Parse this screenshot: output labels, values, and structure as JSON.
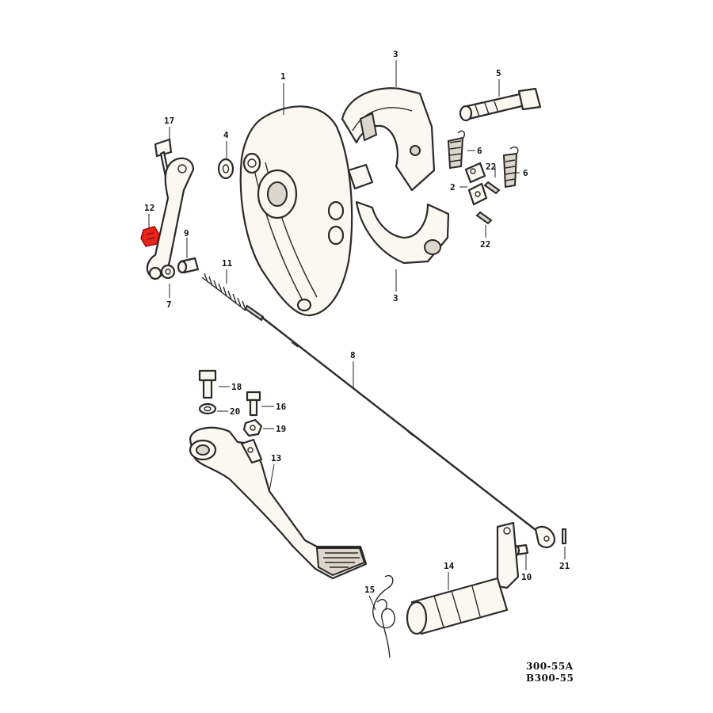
{
  "labels": {
    "l1": "1",
    "l2": "2",
    "l3a": "3",
    "l3b": "3",
    "l4": "4",
    "l5": "5",
    "l6a": "6",
    "l6b": "6",
    "l7": "7",
    "l8": "8",
    "l9": "9",
    "l10": "10",
    "l11": "11",
    "l12": "12",
    "l13": "13",
    "l14": "14",
    "l15": "15",
    "l16": "16",
    "l17": "17",
    "l18": "18",
    "l19": "19",
    "l20": "20",
    "l21": "21",
    "l22a": "22",
    "l22b": "22"
  },
  "codes": {
    "line1": "300-55A",
    "line2": "B300-55"
  },
  "colors": {
    "highlight": "#e8231a",
    "ink": "#2a2a2a"
  }
}
